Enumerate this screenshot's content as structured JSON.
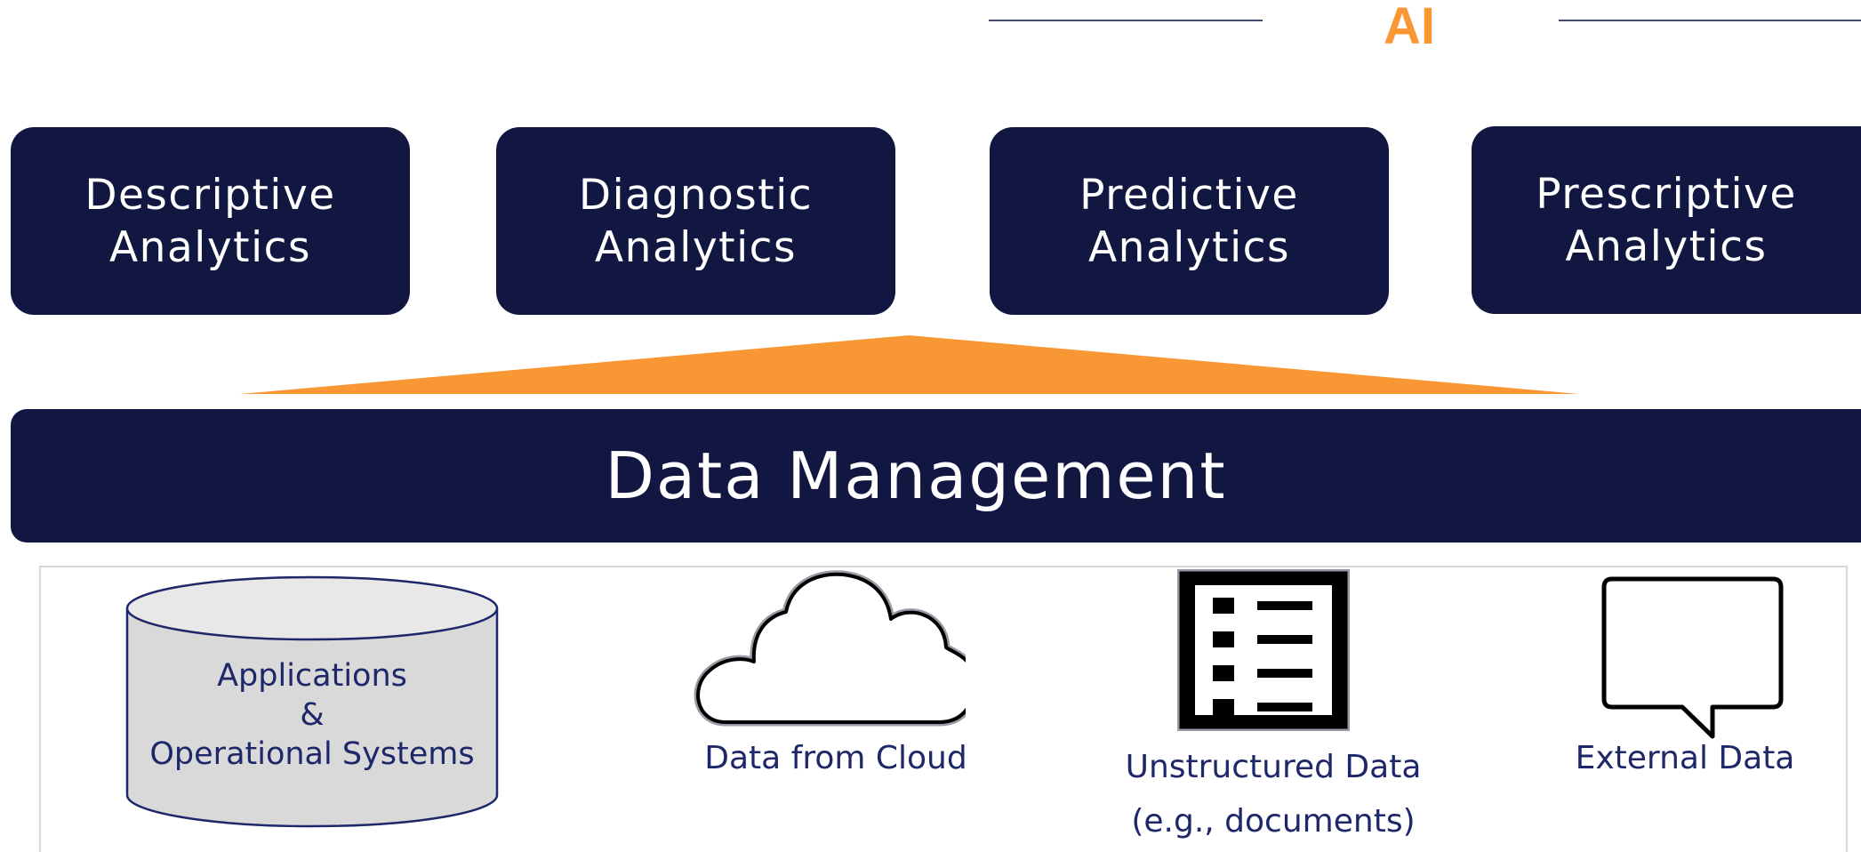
{
  "header": {
    "title": "AI"
  },
  "analytics": [
    {
      "line1": "Descriptive",
      "line2": "Analytics"
    },
    {
      "line1": "Diagnostic",
      "line2": "Analytics"
    },
    {
      "line1": "Predictive",
      "line2": "Analytics"
    },
    {
      "line1": "Prescriptive",
      "line2": "Analytics"
    }
  ],
  "data_management": {
    "label": "Data Management"
  },
  "sources": {
    "applications": {
      "line1": "Applications",
      "line2": "&",
      "line3": "Operational Systems"
    },
    "cloud": {
      "label": "Data from Cloud"
    },
    "unstructured": {
      "line1": "Unstructured Data",
      "line2": "(e.g., documents)"
    },
    "external": {
      "label": "External Data"
    }
  },
  "colors": {
    "navy": "#121741",
    "orange": "#f89734",
    "text_navy": "#1d2769"
  },
  "icons": [
    "database-cylinder-icon",
    "cloud-icon",
    "document-list-icon",
    "speech-bubble-icon"
  ]
}
